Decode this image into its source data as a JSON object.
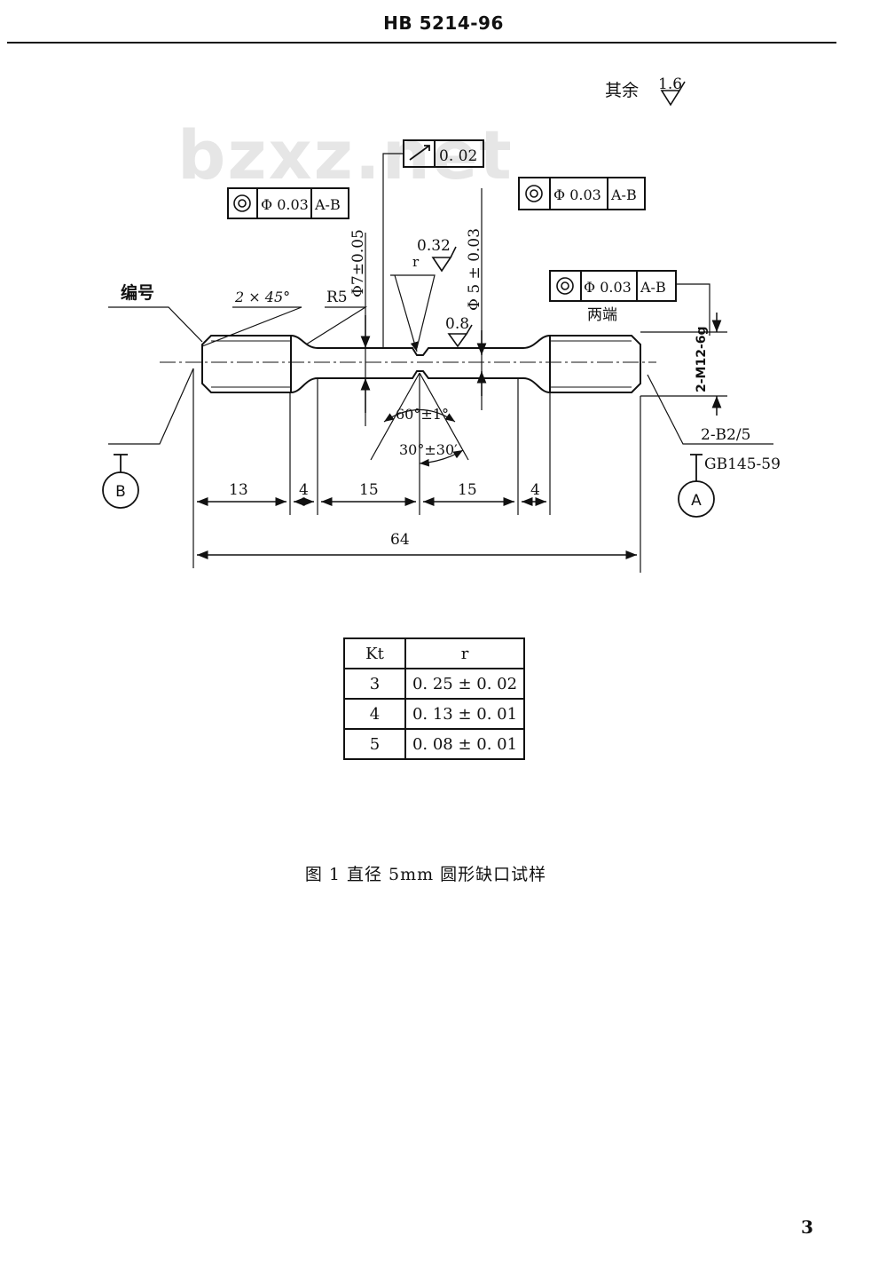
{
  "header": {
    "standard_code": "HB 5214-96"
  },
  "watermark": {
    "text": "bzxz.net"
  },
  "drawing": {
    "surface_rest": {
      "label": "其余",
      "value": "1.6"
    },
    "fcf_left": {
      "symbol": "Φ 0.03",
      "datum": "A-B"
    },
    "fcf_right": {
      "symbol": "Φ 0.03",
      "datum": "A-B"
    },
    "fcf_ends": {
      "symbol": "Φ 0.03",
      "datum": "A-B",
      "note": "两端"
    },
    "runout": {
      "value": "0. 02"
    },
    "dia7": "Φ7±0.05",
    "dia5": "Φ 5 ± 0.03",
    "roughness_notch": "0.32",
    "roughness_neck": "0.8",
    "r_label": "r",
    "chamfer": "2 × 45°",
    "radius": "R5",
    "marking": "编号",
    "thread": "2-M12-6g",
    "center_hole": "2-B2/5",
    "center_std": "GB145-59",
    "angle60": "60°±1°",
    "angle30": "30°±30′",
    "datum_a": "A",
    "datum_b": "B",
    "dims": {
      "d13": "13",
      "d4a": "4",
      "d15a": "15",
      "d15b": "15",
      "d4b": "4",
      "d64": "64"
    }
  },
  "table": {
    "headers": [
      "Kt",
      "r"
    ],
    "rows": [
      [
        "3",
        "0. 25 ± 0. 02"
      ],
      [
        "4",
        "0. 13 ± 0. 01"
      ],
      [
        "5",
        "0. 08 ± 0. 01"
      ]
    ]
  },
  "caption": "图 1   直径 5mm 圆形缺口试样",
  "page_number": "3"
}
